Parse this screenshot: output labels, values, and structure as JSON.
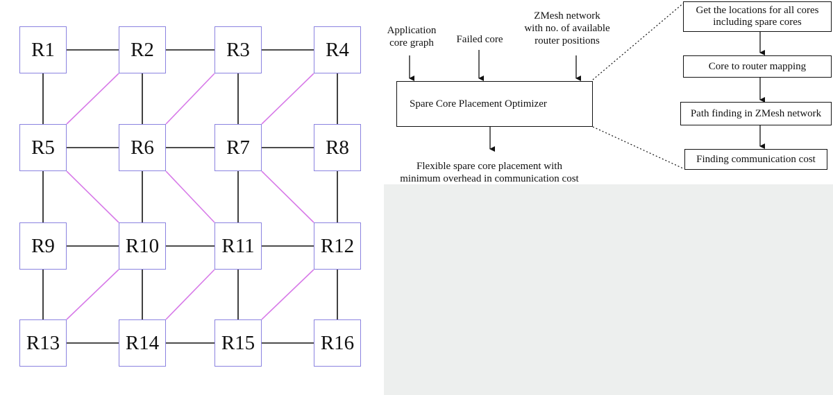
{
  "mesh": {
    "routers": [
      "R1",
      "R2",
      "R3",
      "R4",
      "R5",
      "R6",
      "R7",
      "R8",
      "R9",
      "R10",
      "R11",
      "R12",
      "R13",
      "R14",
      "R15",
      "R16"
    ],
    "edge_color": "#111111",
    "diagonal_color": "#d77ae8",
    "border_color": "#8a82e0"
  },
  "flow": {
    "inputs": {
      "app_graph": "Application\ncore graph",
      "failed_core": "Failed core",
      "zmesh": "ZMesh network\nwith no. of available\nrouter positions"
    },
    "optimizer": "Spare Core Placement Optimizer",
    "output": "Flexible spare core placement with\nminimum overhead in communication cost",
    "steps": [
      "Get the locations for all cores\nincluding spare cores",
      "Core to router mapping",
      "Path finding in ZMesh network",
      "Finding communication cost"
    ]
  }
}
